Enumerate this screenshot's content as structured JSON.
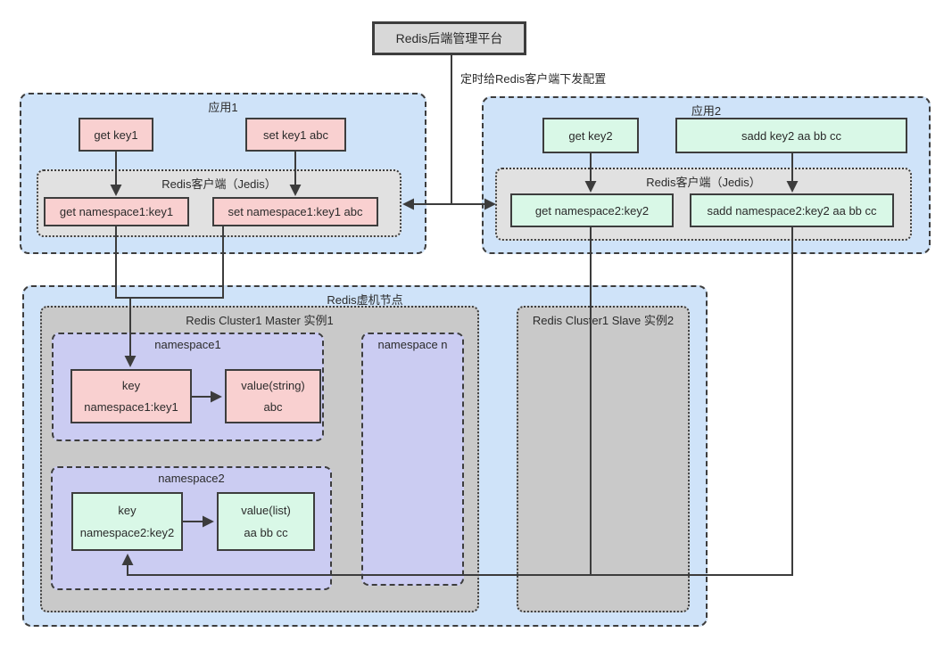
{
  "platform": {
    "label": "Redis后端管理平台"
  },
  "edge_label": "定时给Redis客户端下发配置",
  "app1": {
    "title": "应用1",
    "cmd1": "get key1",
    "cmd2": "set key1 abc",
    "client": {
      "title": "Redis客户端（Jedis）",
      "cmd1": "get namespace1:key1",
      "cmd2": "set namespace1:key1 abc"
    }
  },
  "app2": {
    "title": "应用2",
    "cmd1": "get key2",
    "cmd2": "sadd key2 aa bb cc",
    "client": {
      "title": "Redis客户端（Jedis）",
      "cmd1": "get namespace2:key2",
      "cmd2": "sadd namespace2:key2 aa bb cc"
    }
  },
  "vm": {
    "title": "Redis虚机节点",
    "master": {
      "title": "Redis Cluster1 Master 实例1",
      "namespace1": {
        "title": "namespace1",
        "key": {
          "line1": "key",
          "line2": "namespace1:key1"
        },
        "value": {
          "line1": "value(string)",
          "line2": "abc"
        }
      },
      "namespace_n": {
        "title": "namespace n"
      },
      "namespace2": {
        "title": "namespace2",
        "key": {
          "line1": "key",
          "line2": "namespace2:key2"
        },
        "value": {
          "line1": "value(list)",
          "line2": "aa bb cc"
        }
      }
    },
    "slave": {
      "title": "Redis Cluster1 Slave 实例2"
    }
  },
  "colors": {
    "app_fill": "#cfe3f9",
    "client_fill": "#e1e1e1",
    "instance_fill": "#c9c9c9",
    "namespace_fill": "#cbccf2",
    "string_node_fill": "#f9d0d0",
    "set_node_fill": "#d9f8e7",
    "platform_fill": "#d8d8d8",
    "line": "#3c3c3c"
  }
}
